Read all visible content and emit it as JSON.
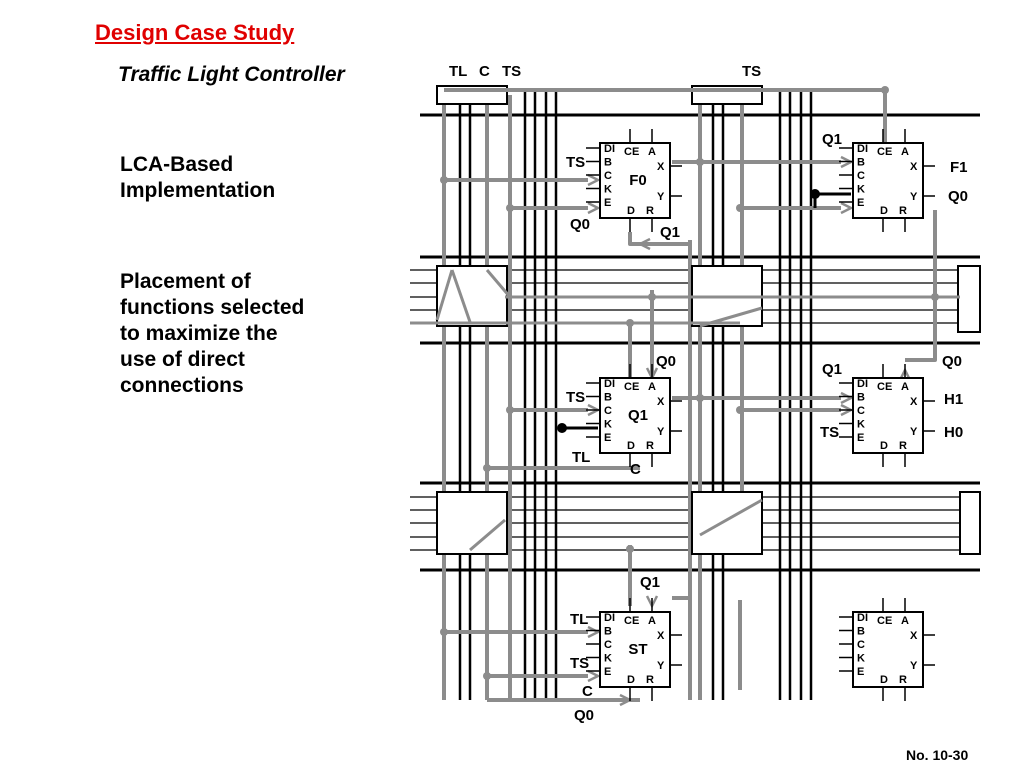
{
  "header": {
    "title": "Design Case Study",
    "subtitle": "Traffic Light Controller"
  },
  "implementation": {
    "lines": [
      "LCA-Based",
      "Implementation"
    ]
  },
  "placement": {
    "lines": [
      "Placement of",
      "functions selected",
      "to maximize the",
      "use of direct",
      "connections"
    ]
  },
  "footer": {
    "page_number": "No. 10-30"
  },
  "diagram": {
    "top_labels": [
      "TL",
      "C",
      "TS",
      "TS"
    ],
    "block_pins": {
      "left": [
        "DI",
        "B",
        "C",
        "K",
        "E"
      ],
      "top": [
        "CE",
        "A"
      ],
      "right": [
        "X",
        "Y"
      ],
      "bottom": [
        "D",
        "R"
      ]
    },
    "blocks": [
      {
        "name": "F0",
        "labels": [
          {
            "text": "TS"
          },
          {
            "text": "Q0"
          },
          {
            "text": "Q1"
          }
        ]
      },
      {
        "name": "",
        "labels": [
          {
            "text": "Q1"
          },
          {
            "text": "F1"
          },
          {
            "text": "Q0"
          }
        ]
      },
      {
        "name": "Q1",
        "labels": [
          {
            "text": "Q0"
          },
          {
            "text": "TS"
          },
          {
            "text": "TL"
          },
          {
            "text": "C"
          }
        ]
      },
      {
        "name": "",
        "labels": [
          {
            "text": "Q1"
          },
          {
            "text": "Q0"
          },
          {
            "text": "H1"
          },
          {
            "text": "TS"
          },
          {
            "text": "H0"
          }
        ]
      },
      {
        "name": "ST",
        "labels": [
          {
            "text": "Q1"
          },
          {
            "text": "TL"
          },
          {
            "text": "TS"
          },
          {
            "text": "C"
          },
          {
            "text": "Q0"
          }
        ]
      },
      {
        "name": "",
        "labels": []
      }
    ],
    "colors": {
      "wire": "#000000",
      "routed": "#8c8c8c",
      "routed_fill": "#d9d9d9"
    }
  }
}
